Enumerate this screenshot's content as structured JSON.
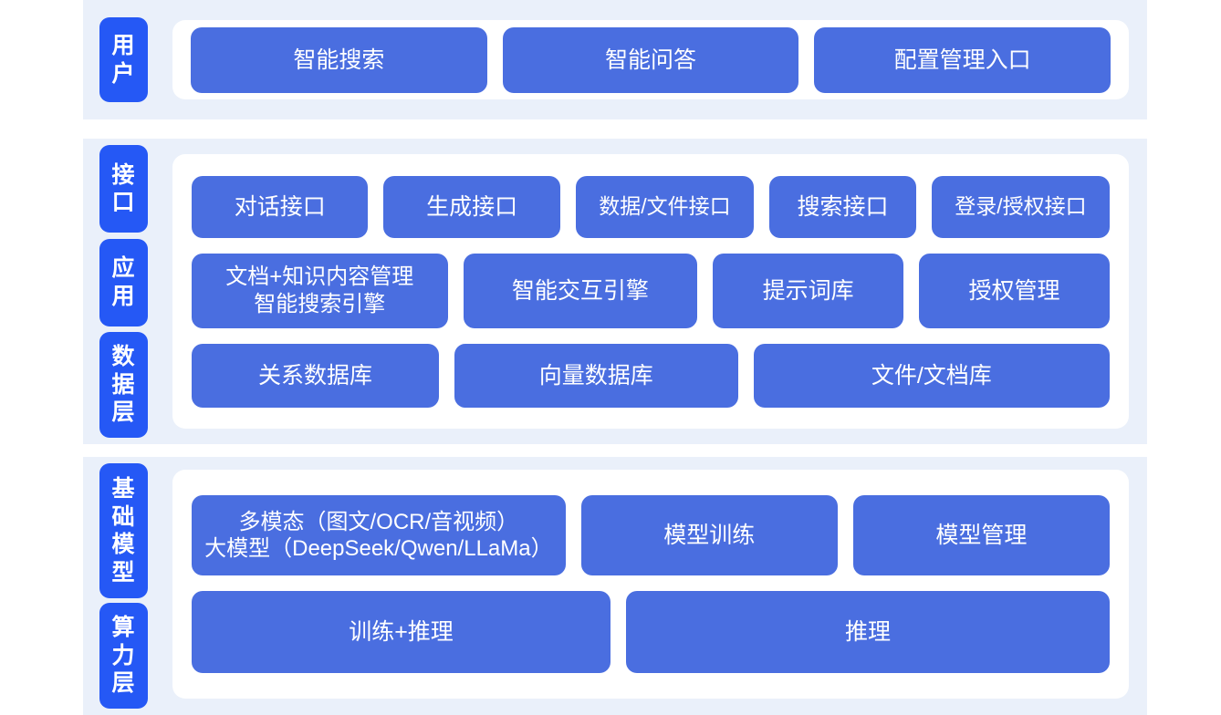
{
  "colors": {
    "band_background": "#eaf0fa",
    "label_blue": "#2558f5",
    "box_blue": "#4a6ee0",
    "card_white": "#ffffff",
    "text_white": "#ffffff",
    "page_background": "#ffffff"
  },
  "sections": [
    {
      "label": "用户",
      "rows": [
        {
          "boxes": [
            {
              "text": "智能搜索",
              "flex": 1
            },
            {
              "text": "智能问答",
              "flex": 1
            },
            {
              "text": "配置管理入口",
              "flex": 1
            }
          ]
        }
      ]
    },
    {
      "labels": [
        "接口",
        "应用",
        "数据层"
      ],
      "rows": [
        {
          "name": "interface-row",
          "boxes": [
            {
              "text": "对话接口",
              "flex": 103
            },
            {
              "text": "生成接口",
              "flex": 103
            },
            {
              "text": "数据/文件接口",
              "flex": 104
            },
            {
              "text": "搜索接口",
              "flex": 84
            },
            {
              "text": "登录/授权接口",
              "flex": 104
            }
          ]
        },
        {
          "name": "application-row",
          "boxes": [
            {
              "text": "文档+知识内容管理\n智能搜索引擎",
              "flex": 155
            },
            {
              "text": "智能交互引擎",
              "flex": 141
            },
            {
              "text": "提示词库",
              "flex": 113
            },
            {
              "text": "授权管理",
              "flex": 113
            }
          ]
        },
        {
          "name": "data-row",
          "boxes": [
            {
              "text": "关系数据库",
              "flex": 128
            },
            {
              "text": "向量数据库",
              "flex": 148
            },
            {
              "text": "文件/文档库",
              "flex": 188
            }
          ]
        }
      ]
    },
    {
      "labels": [
        "基础模型",
        "算力层"
      ],
      "rows": [
        {
          "name": "model-row",
          "boxes": [
            {
              "text": "多模态（图文/OCR/音视频）\n大模型（DeepSeek/Qwen/LLaMa）",
              "flex": 199
            },
            {
              "text": "模型训练",
              "flex": 134
            },
            {
              "text": "模型管理",
              "flex": 134
            }
          ]
        },
        {
          "name": "compute-row",
          "boxes": [
            {
              "text": "训练+推理",
              "flex": 231
            },
            {
              "text": "推理",
              "flex": 268
            }
          ]
        }
      ]
    }
  ]
}
